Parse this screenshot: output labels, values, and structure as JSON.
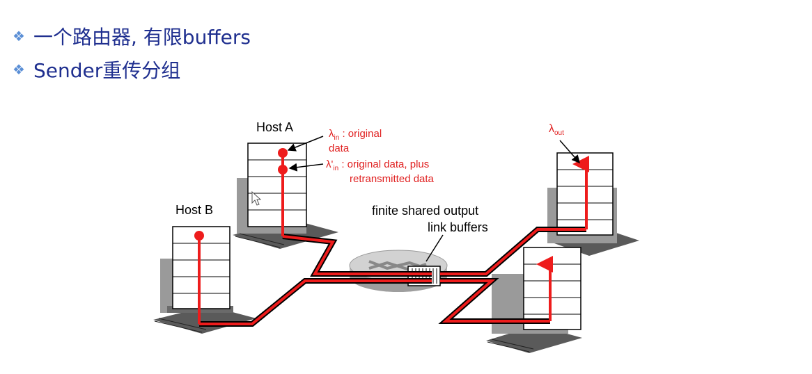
{
  "bullets": [
    {
      "marker_icon": "diamond-bullet-icon",
      "text": "一个路由器, 有限buffers"
    },
    {
      "marker_icon": "diamond-bullet-icon",
      "text": "Sender重传分组"
    }
  ],
  "diagram": {
    "host_a_label": "Host A",
    "host_b_label": "Host B",
    "lambda_in": {
      "symbol": "λ",
      "subscript": "in",
      "text_line1": " : original",
      "text_line2": "data"
    },
    "lambda_in_prime": {
      "symbol": "λ'",
      "subscript": "in",
      "text_line1": " : original data, plus",
      "text_line2": "retransmitted data"
    },
    "lambda_out": {
      "symbol": "λ",
      "subscript": "out"
    },
    "buffer_label_line1": "finite shared output",
    "buffer_label_line2": "link buffers",
    "colors": {
      "flow": "#ee1c1c",
      "annotation": "#e02020",
      "title": "#1f2f8f",
      "bullet": "#5b8fd6",
      "host_shadow": "#6e6e6e",
      "router": "#c9c9c9"
    }
  }
}
